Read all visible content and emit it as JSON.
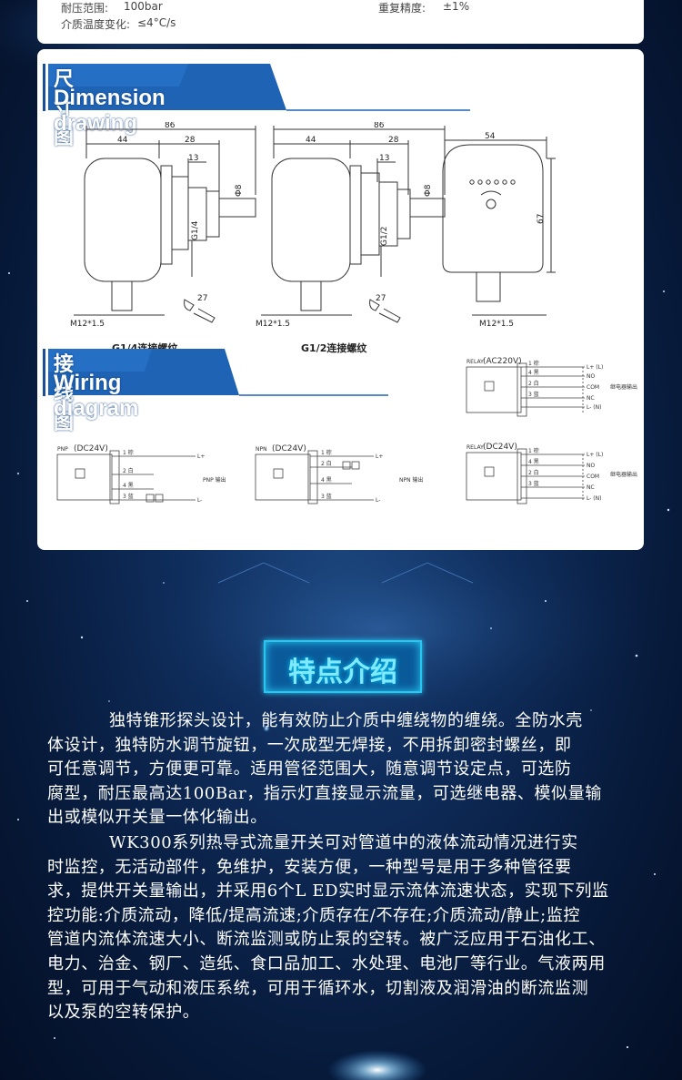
{
  "specs": {
    "pressure_label": "耐压范围:",
    "pressure_value": "100bar",
    "temp_change_label": "介质温度变化:",
    "temp_change_value": "≤4°C/s",
    "repeat_label": "重复精度:",
    "repeat_value": "±1%"
  },
  "dimension": {
    "title_cn": "尺寸图",
    "title_en": "Dimension drawing",
    "fig1": {
      "dim_total": "86",
      "dim_body": "44",
      "dim_tail": "28",
      "dim_13": "13",
      "dim_8": "Ф8",
      "thread": "G1/4",
      "wrench": "27",
      "connector": "M12*1.5",
      "caption": "G1/4连接螺纹"
    },
    "fig2": {
      "dim_total": "86",
      "dim_body": "44",
      "dim_tail": "28",
      "dim_13": "13",
      "dim_8": "Ф8",
      "thread": "G1/2",
      "wrench": "27",
      "connector": "M12*1.5",
      "caption": "G1/2连接螺纹"
    },
    "fig3": {
      "dim_width": "54",
      "dim_height": "67",
      "connector": "M12*1.5"
    }
  },
  "wiring": {
    "title_cn": "接线图",
    "title_en": "Wiring diagram",
    "relay_top": {
      "label": "RELAY",
      "supply": "(AC220V)",
      "pins": [
        "1 棕",
        "4 黑",
        "2 白",
        "3 蓝"
      ],
      "outputs": [
        "L+ (L)",
        "NO",
        "COM",
        "NC",
        "L- (N)"
      ],
      "note": "继电器输出"
    },
    "pnp": {
      "label": "PNP",
      "supply": "(DC24V)",
      "pins": [
        "1 棕",
        "2 白",
        "4 黑",
        "3 蓝"
      ],
      "outputs": [
        "L+",
        "L-"
      ],
      "note": "PNP 输出"
    },
    "npn": {
      "label": "NPN",
      "supply": "(DC24V)",
      "pins": [
        "1 棕",
        "2 白",
        "4 黑",
        "3 蓝"
      ],
      "outputs": [
        "L+",
        "L-"
      ],
      "note": "NPN 输出"
    },
    "relay_bottom": {
      "label": "RELAY",
      "supply": "(DC24V)",
      "pins": [
        "1 棕",
        "4 黑",
        "2 白",
        "3 蓝"
      ],
      "outputs": [
        "L+ (L)",
        "NO",
        "COM",
        "NC",
        "L- (N)"
      ],
      "note": "继电器输出"
    }
  },
  "features": {
    "title": "特点介绍",
    "para1_lines": [
      "独特锥形探头设计，能有效防止介质中缠绕物的缠绕。全防水壳",
      "体设计，独特防水调节旋钮，一次成型无焊接，不用拆卸密封螺丝，即",
      "可任意调节，方便更可靠。适用管径范围大，随意调节设定点，可选防",
      "腐型，耐压最高达100Bar，指示灯直接显示流量，可选继电器、模似量输",
      "出或模似开关量一体化输出。"
    ],
    "para2_lines": [
      "WK300系列热导式流量开关可对管道中的液体流动情况进行实",
      "时监控，无活动部件，免维护，安装方便，一种型号是用于多种管径要",
      "求，提供开关量输出，并采用6个L ED实时显示流体流速状态，实现下列监",
      "控功能:介质流动，降低/提高流速;介质存在/不存在;介质流动/静止;监控",
      "管道内流体流速大小、断流监测或防止泵的空转。被广泛应用于石油化工、",
      "电力、治金、钢厂、造纸、食口品加工、水处理、电池厂等行业。气液两用",
      "型，可用于气动和液压系统，可用于循环水，切割液及润滑油的断流监测",
      "以及泵的空转保护。"
    ]
  }
}
